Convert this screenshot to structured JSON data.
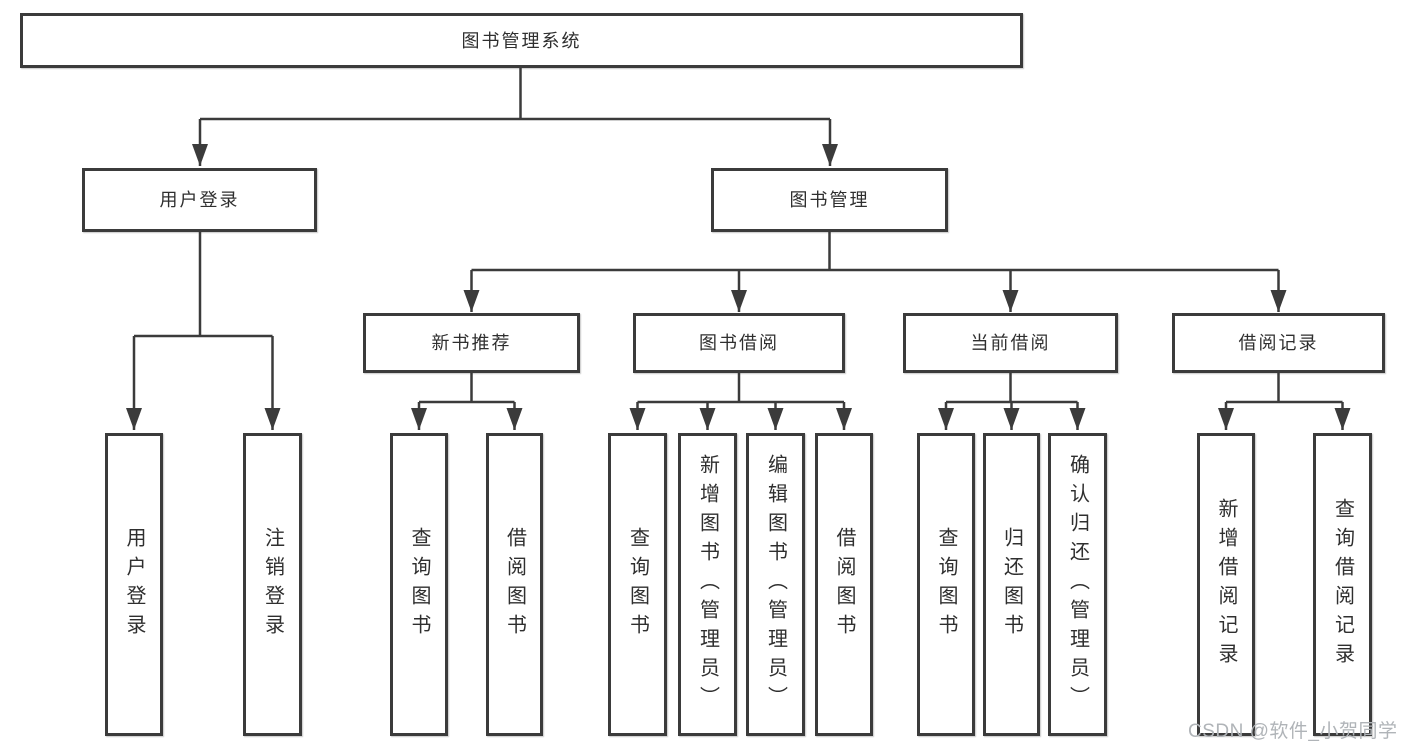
{
  "diagram": {
    "tree": {
      "root": {
        "label": "图书管理系统"
      },
      "branches": [
        {
          "label": "用户登录",
          "children": [
            {
              "label": "用户登录"
            },
            {
              "label": "注销登录"
            }
          ]
        },
        {
          "label": "图书管理",
          "children": [
            {
              "label": "新书推荐",
              "children": [
                {
                  "label": "查询图书"
                },
                {
                  "label": "借阅图书"
                }
              ]
            },
            {
              "label": "图书借阅",
              "children": [
                {
                  "label": "查询图书"
                },
                {
                  "label": "新增图书（管理员）"
                },
                {
                  "label": "编辑图书（管理员）"
                },
                {
                  "label": "借阅图书"
                }
              ]
            },
            {
              "label": "当前借阅",
              "children": [
                {
                  "label": "查询图书"
                },
                {
                  "label": "归还图书"
                },
                {
                  "label": "确认归还（管理员）"
                }
              ]
            },
            {
              "label": "借阅记录",
              "children": [
                {
                  "label": "新增借阅记录"
                },
                {
                  "label": "查询借阅记录"
                }
              ]
            }
          ]
        }
      ]
    },
    "colors": {
      "line": "#3b3b3b",
      "text": "#2f2f2f",
      "background": "#ffffff",
      "watermark": "#b0b4b8"
    },
    "watermark": "CSDN @软件_小贺同学"
  }
}
